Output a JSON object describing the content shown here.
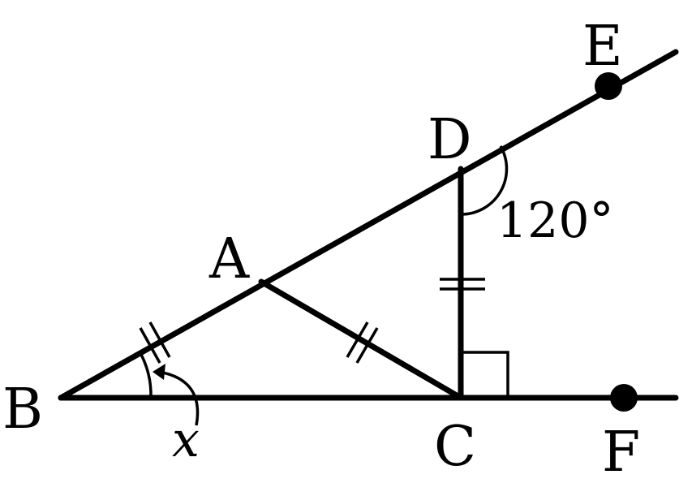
{
  "points": {
    "A": "A",
    "B": "B",
    "C": "C",
    "D": "D",
    "E": "E",
    "F": "F"
  },
  "angle_label": "120°",
  "variable_label": "x",
  "colors": {
    "stroke": "#000000",
    "background": "#ffffff"
  }
}
